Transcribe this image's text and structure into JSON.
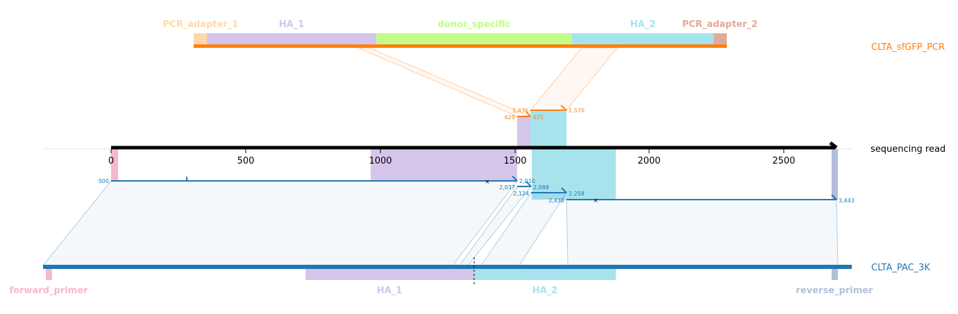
{
  "donor": {
    "name": "CLTA_sfGFP_PCR",
    "color": "#ff7f0e",
    "features": [
      {
        "name": "PCR_adapter_1",
        "color": "#fdd9a9"
      },
      {
        "name": "HA_1",
        "color": "#d6c5ea"
      },
      {
        "name": "donor_specific",
        "color": "#c3fc88"
      },
      {
        "name": "HA_2",
        "color": "#a7e3ed"
      },
      {
        "name": "PCR_adapter_2",
        "color": "#e0ab98"
      }
    ]
  },
  "read": {
    "name": "sequencing read",
    "axis_ticks": [
      "0",
      "500",
      "1000",
      "1500",
      "2000",
      "2500"
    ]
  },
  "target": {
    "name": "CLTA_PAC_3K",
    "color": "#1f77b4",
    "features": [
      {
        "name": "forward_primer",
        "color": "#f7b6d2"
      },
      {
        "name": "HA_1",
        "color": "#d6c5ea"
      },
      {
        "name": "HA_2",
        "color": "#a7e3ed"
      },
      {
        "name": "reverse_primer",
        "color": "#b3bfdb"
      }
    ]
  },
  "alignments": {
    "donor": [
      {
        "read_start": "620",
        "read_end": "671",
        "ref_start": "1,436",
        "ref_end": "1,570"
      }
    ],
    "target": [
      {
        "read_start": "500",
        "read_end": "2,010"
      },
      {
        "read_start": "2,037",
        "read_end": "2,088"
      },
      {
        "read_start": "2,124",
        "read_end": "2,258"
      },
      {
        "read_start": "2,438",
        "read_end": "3,443"
      }
    ]
  }
}
